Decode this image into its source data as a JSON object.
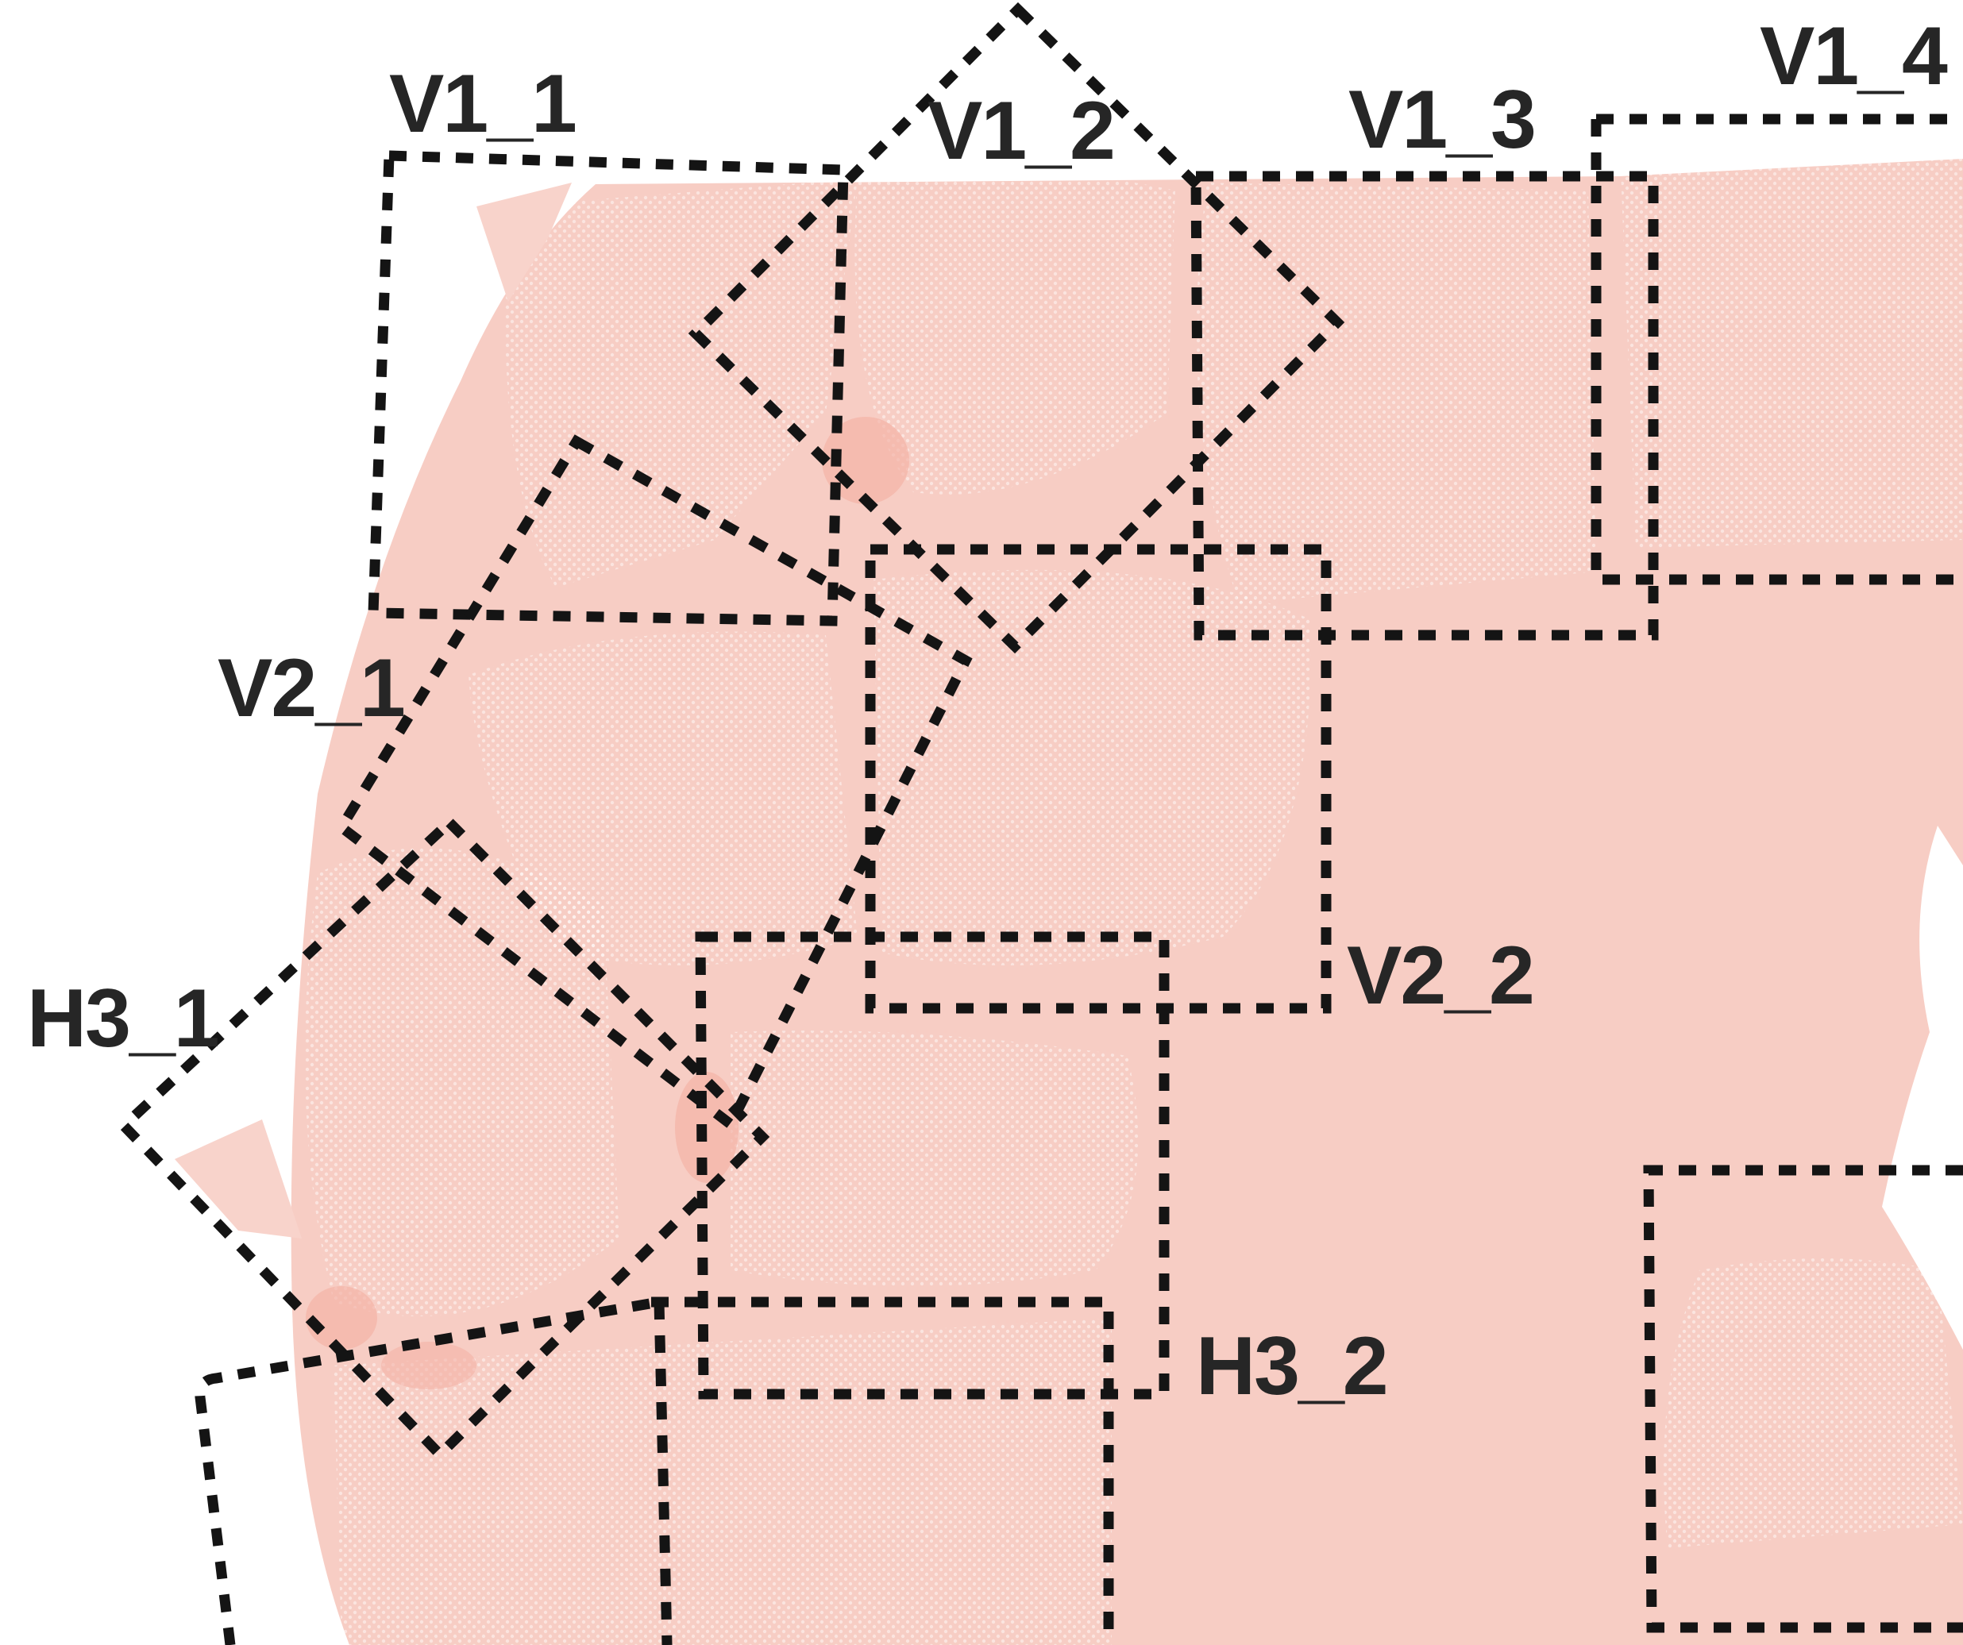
{
  "colors": {
    "tissue": "#f7cdc4",
    "tissue_light": "#f8d3cb",
    "tissue_dark": "#f3b3a6",
    "box_stroke": "#141414",
    "label": "#262626",
    "background": "#ffffff"
  },
  "regions": [
    {
      "id": "V1_1",
      "label": "V1_1"
    },
    {
      "id": "V1_2",
      "label": "V1_2"
    },
    {
      "id": "V1_3",
      "label": "V1_3"
    },
    {
      "id": "V1_4",
      "label": "V1_4"
    },
    {
      "id": "V2_1",
      "label": "V2_1"
    },
    {
      "id": "V2_2",
      "label": "V2_2"
    },
    {
      "id": "H3_1",
      "label": "H3_1"
    },
    {
      "id": "H3_2",
      "label": "H3_2"
    }
  ]
}
